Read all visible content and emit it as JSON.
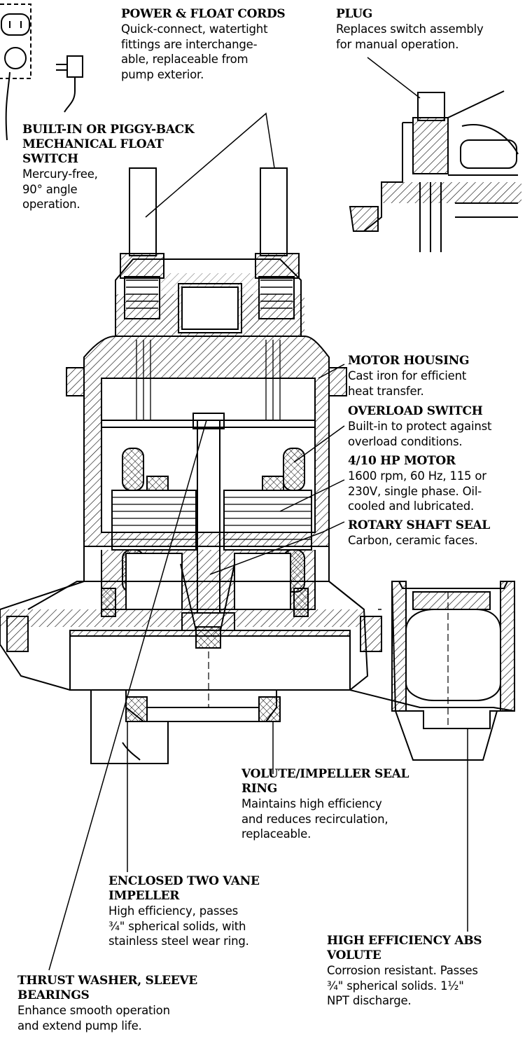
{
  "labels": {
    "power_float_cords": {
      "title": "POWER & FLOAT CORDS",
      "desc": "Quick-connect, watertight\nfittings are interchange-\nable, replaceable from\npump exterior."
    },
    "plug": {
      "title": "PLUG",
      "desc": "Replaces switch assembly\nfor manual operation."
    },
    "float_switch": {
      "title": "BUILT-IN OR PIGGY-BACK\nMECHANICAL FLOAT\nSWITCH",
      "desc": "Mercury-free,\n90° angle\noperation."
    },
    "motor_housing": {
      "title": "MOTOR HOUSING",
      "desc": "Cast iron for efficient\nheat transfer."
    },
    "overload_switch": {
      "title": "OVERLOAD SWITCH",
      "desc": "Built-in to protect against\noverload conditions."
    },
    "motor": {
      "title": "4/10 HP MOTOR",
      "desc": "1600 rpm, 60 Hz, 115 or\n230V, single phase. Oil-\ncooled and lubricated."
    },
    "rotary_shaft_seal": {
      "title": "ROTARY SHAFT SEAL",
      "desc": "Carbon, ceramic faces."
    },
    "volute_impeller_seal": {
      "title": "VOLUTE/IMPELLER SEAL\nRING",
      "desc": "Maintains high efficiency\nand reduces recirculation,\nreplaceable."
    },
    "impeller": {
      "title": "ENCLOSED TWO VANE\nIMPELLER",
      "desc": "High efficiency, passes\n¾\" spherical solids, with\nstainless steel wear ring."
    },
    "volute": {
      "title": "HIGH EFFICIENCY ABS\nVOLUTE",
      "desc": "Corrosion resistant. Passes\n¾\" spherical solids. 1½\"\nNPT discharge."
    },
    "thrust_washer": {
      "title": "THRUST WASHER, SLEEVE\nBEARINGS",
      "desc": "Enhance smooth operation\nand extend pump life."
    }
  }
}
